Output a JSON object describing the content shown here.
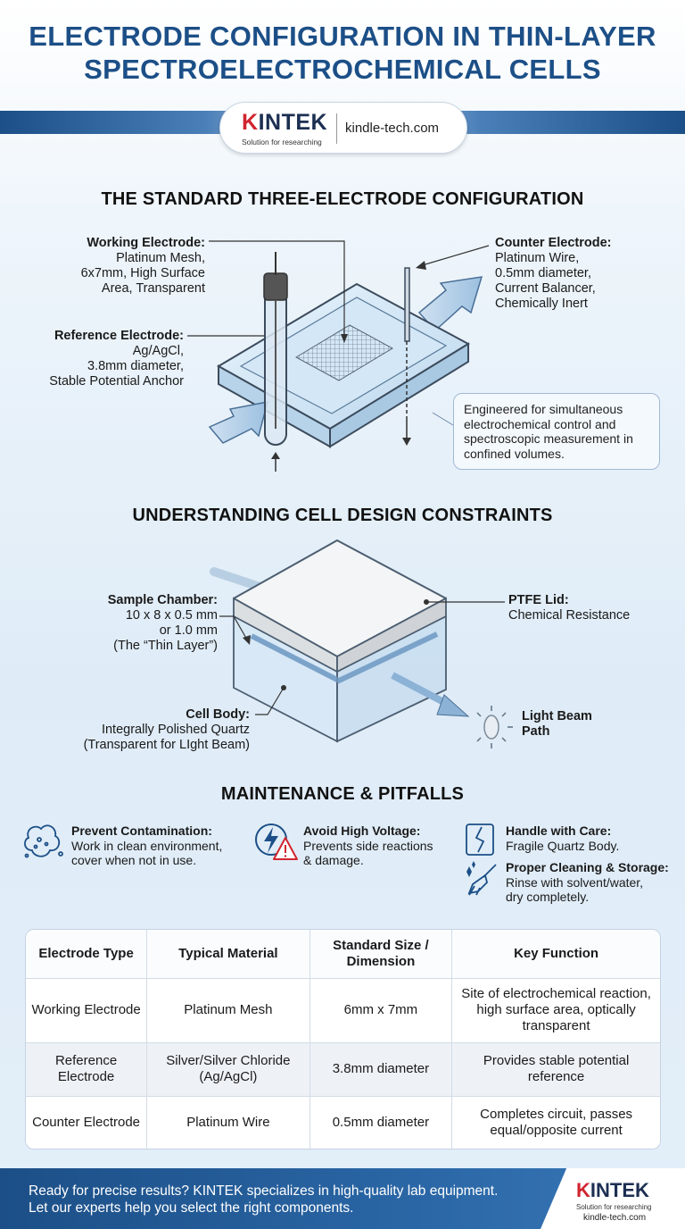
{
  "title_line1": "ELECTRODE CONFIGURATION IN THIN-LAYER",
  "title_line2": "SPECTROELECTROCHEMICAL CELLS",
  "brand": {
    "logo": "KINTEK",
    "tagline": "Solution for researching",
    "url": "kindle-tech.com"
  },
  "section1": {
    "title": "THE STANDARD THREE-ELECTRODE CONFIGURATION",
    "working": {
      "title": "Working Electrode:",
      "l1": "Platinum Mesh,",
      "l2": "6x7mm, High Surface",
      "l3": "Area, Transparent"
    },
    "reference": {
      "title": "Reference Electrode:",
      "l1": "Ag/AgCl,",
      "l2": "3.8mm diameter,",
      "l3": "Stable Potential Anchor"
    },
    "counter": {
      "title": "Counter Electrode:",
      "l1": "Platinum Wire,",
      "l2": "0.5mm diameter,",
      "l3": "Current Balancer,",
      "l4": "Chemically Inert"
    },
    "callout": "Engineered for simultaneous electrochemical control and spectroscopic measurement in confined volumes."
  },
  "section2": {
    "title": "UNDERSTANDING CELL DESIGN CONSTRAINTS",
    "chamber": {
      "title": "Sample Chamber:",
      "l1": "10 x 8 x 0.5 mm",
      "l2": "or 1.0 mm",
      "l3": "(The “Thin Layer”)"
    },
    "lid": {
      "title": "PTFE Lid:",
      "l1": "Chemical Resistance"
    },
    "body": {
      "title": "Cell Body:",
      "l1": "Integrally Polished Quartz",
      "l2": "(Transparent for LIght Beam)"
    },
    "beam": {
      "l1": "Light Beam",
      "l2": "Path"
    }
  },
  "section3": {
    "title": "MAINTENANCE & PITFALLS",
    "items": [
      {
        "title": "Prevent Contamination:",
        "l1": "Work in clean environment,",
        "l2": "cover when not in use."
      },
      {
        "title": "Avoid High Voltage:",
        "l1": "Prevents side reactions",
        "l2": "& damage."
      },
      {
        "title": "Handle with Care:",
        "l1": "Fragile Quartz Body."
      },
      {
        "title": "Proper Cleaning & Storage:",
        "l1": "Rinse with solvent/water,",
        "l2": "dry completely."
      }
    ]
  },
  "table": {
    "headers": [
      "Electrode Type",
      "Typical Material",
      "Standard Size / Dimension",
      "Key Function"
    ],
    "rows": [
      [
        "Working Electrode",
        "Platinum Mesh",
        "6mm x 7mm",
        "Site of electrochemical reaction, high surface area, optically transparent"
      ],
      [
        "Reference Electrode",
        "Silver/Silver Chloride (Ag/AgCl)",
        "3.8mm diameter",
        "Provides stable potential reference"
      ],
      [
        "Counter Electrode",
        "Platinum Wire",
        "0.5mm diameter",
        "Completes circuit, passes equal/opposite current"
      ]
    ]
  },
  "footer": {
    "line1": "Ready for precise results? KINTEK specializes in high-quality lab equipment.",
    "line2": "Let our experts help you select the right components.",
    "logo": "KINTEK",
    "tagline": "Solution for researching",
    "url": "kindle-tech.com"
  },
  "colors": {
    "primary": "#1c4f87",
    "accent": "#d0252f",
    "background": "#dfecf7"
  }
}
